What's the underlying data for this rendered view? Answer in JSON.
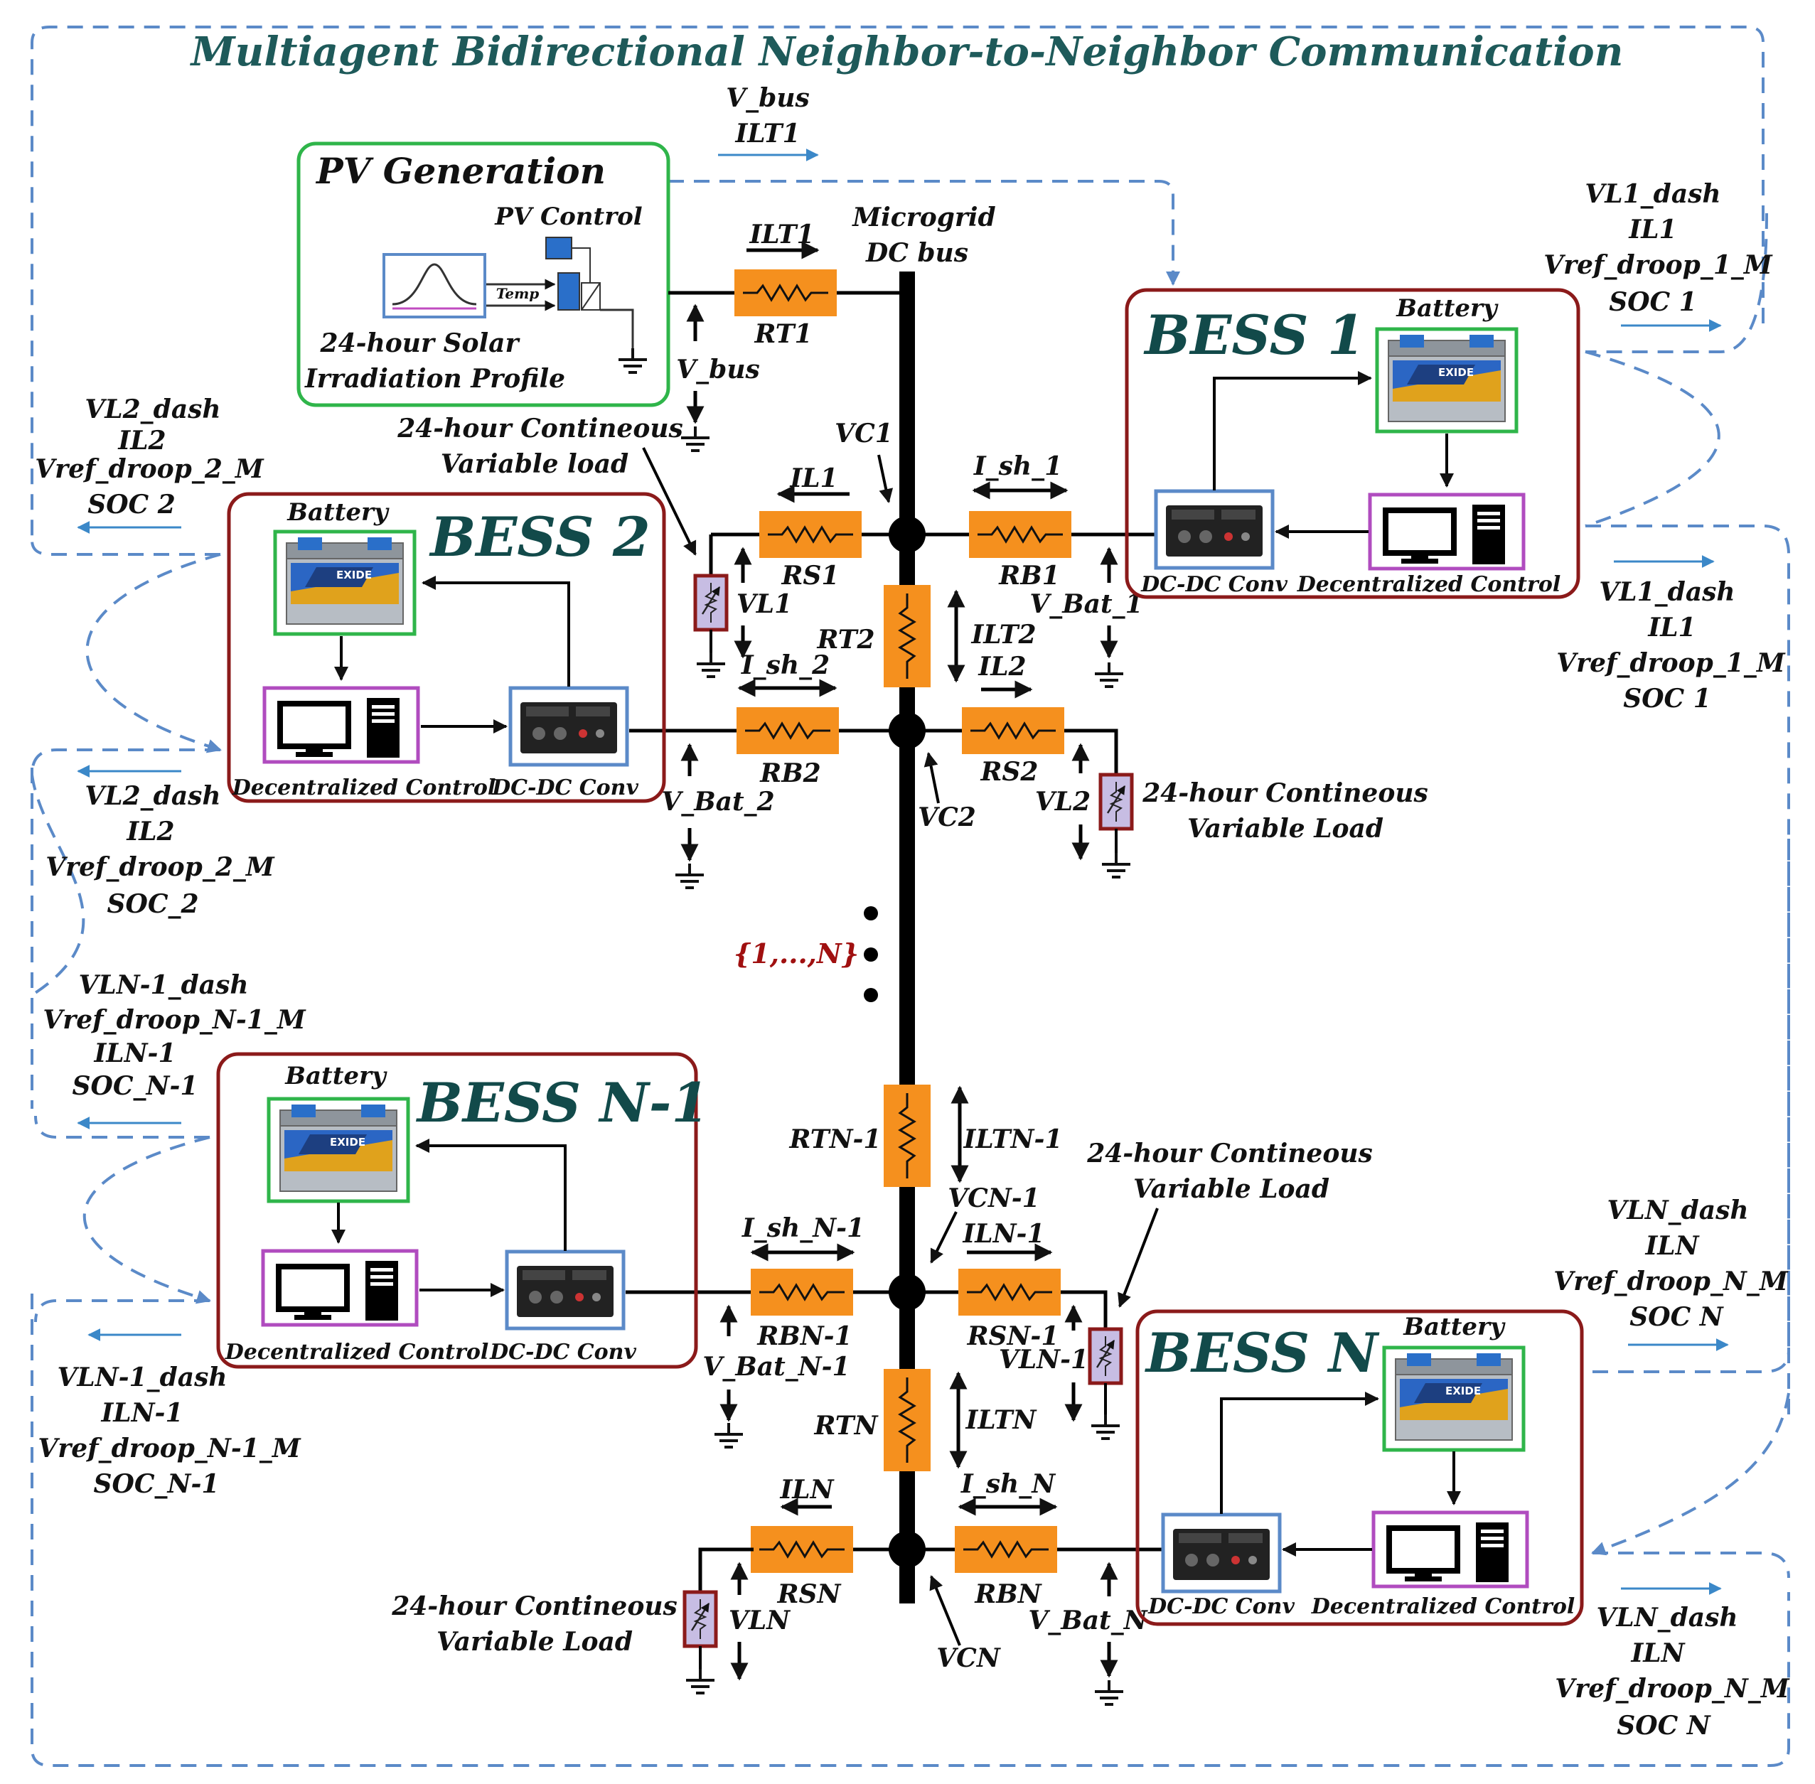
{
  "title": "Multiagent Bidirectional Neighbor-to-Neighbor Communication",
  "colors": {
    "title": "#1e5a5a",
    "bess_border": "#8b1a1a",
    "battery_border": "#2fb54a",
    "control_border": "#b04cbf",
    "converter_border": "#5b8ac8",
    "resistor_fill": "#f5901e",
    "comm_dash": "#5b8ac8",
    "label_red": "#a01010"
  },
  "pv": {
    "title": "PV Generation",
    "control_label": "PV Control",
    "temp_label": "Temp",
    "profile_label_1": "24-hour Solar",
    "profile_label_2": "Irradiation Profile"
  },
  "bus": {
    "label_1": "Microgrid",
    "label_2": "DC bus",
    "dots_label": "{1,...,N}"
  },
  "top_msg": {
    "l1": "V_bus",
    "l2": "ILT1"
  },
  "line1": {
    "current": "ILT1",
    "resistor": "RT1",
    "voltage": "V_bus"
  },
  "load_label": {
    "a1": "24-hour Contineous",
    "a2": "Variable load",
    "b1": "24-hour Contineous",
    "b2": "Variable Load",
    "c1": "24-hour Contineous",
    "c2": "Variable Load",
    "d1": "24-hour Contineous",
    "d2": "Variable Load"
  },
  "node1": {
    "vc": "VC1",
    "il": "IL1",
    "rs": "RS1",
    "vl": "VL1",
    "ish": "I_sh_1",
    "rb": "RB1",
    "vbat": "V_Bat_1"
  },
  "tie1": {
    "r": "RT2",
    "i1": "ILT2",
    "i2": "IL2"
  },
  "node2": {
    "ish": "I_sh_2",
    "rb": "RB2",
    "vbat": "V_Bat_2",
    "rs": "RS2",
    "vc": "VC2",
    "vl": "VL2"
  },
  "tieN1": {
    "r": "RTN-1",
    "i": "ILTN-1"
  },
  "nodeN1": {
    "vc": "VCN-1",
    "il": "ILN-1",
    "ish": "I_sh_N-1",
    "rb": "RBN-1",
    "vbat": "V_Bat_N-1",
    "rs": "RSN-1",
    "vl": "VLN-1"
  },
  "tieN": {
    "r": "RTN",
    "i": "ILTN"
  },
  "nodeN": {
    "il": "ILN",
    "rs": "RSN",
    "vl": "VLN",
    "ish": "I_sh_N",
    "rb": "RBN",
    "vbat": "V_Bat_N",
    "vc": "VCN"
  },
  "bess1": {
    "title": "BESS 1",
    "battery": "Battery",
    "conv": "DC-DC Conv",
    "control": "Decentralized Control"
  },
  "bess2": {
    "title": "BESS 2",
    "battery": "Battery",
    "conv": "DC-DC Conv",
    "control": "Decentralized Control"
  },
  "bessN1": {
    "title": "BESS N-1",
    "battery": "Battery",
    "conv": "DC-DC Conv",
    "control": "Decentralized Control"
  },
  "bessN": {
    "title": "BESS N",
    "battery": "Battery",
    "conv": "DC-DC Conv",
    "control": "Decentralized Control"
  },
  "msg_r1a": [
    "VL1_dash",
    "IL1",
    "Vref_droop_1_M",
    "SOC 1"
  ],
  "msg_r1b": [
    "VL1_dash",
    "IL1",
    "Vref_droop_1_M",
    "SOC 1"
  ],
  "msg_l2a": [
    "VL2_dash",
    "IL2",
    "Vref_droop_2_M",
    "SOC 2"
  ],
  "msg_l2b": [
    "VL2_dash",
    "IL2",
    "Vref_droop_2_M",
    "SOC_2"
  ],
  "msg_lN1a": [
    "VLN-1_dash",
    "Vref_droop_N-1_M",
    "ILN-1",
    "SOC_N-1"
  ],
  "msg_lN1b": [
    "VLN-1_dash",
    "ILN-1",
    "Vref_droop_N-1_M",
    "SOC_N-1"
  ],
  "msg_rNa": [
    "VLN_dash",
    "ILN",
    "Vref_droop_N_M",
    "SOC N"
  ],
  "msg_rNb": [
    "VLN_dash",
    "ILN",
    "Vref_droop_N_M",
    "SOC N"
  ]
}
